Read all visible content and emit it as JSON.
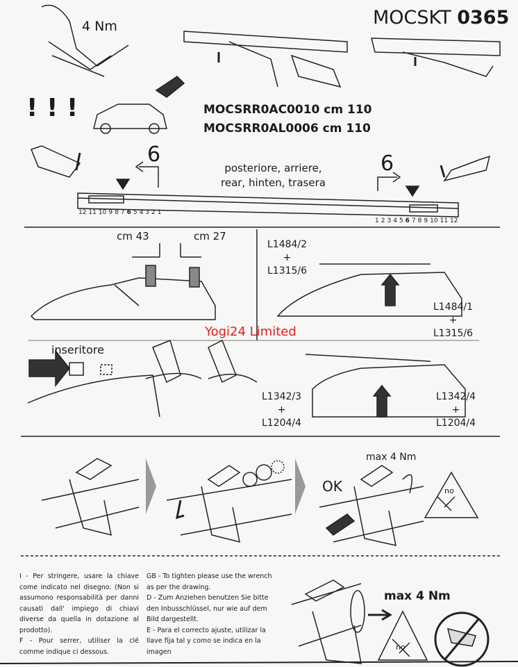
{
  "header": {
    "code_prefix": "MOCSKT",
    "code_number": "0365"
  },
  "top": {
    "torque": "4 Nm",
    "warning": "! ! !",
    "models": [
      "MOCSRR0AC0010 cm 110",
      "MOCSRR0AL0006 cm 110"
    ]
  },
  "rail": {
    "step_left": "6",
    "step_right": "6",
    "position_text": [
      "posteriore, arriere,",
      "rear, hinten, trasera"
    ],
    "holes_left": [
      "12",
      "11",
      "10",
      "9",
      "8",
      "7",
      "6",
      "5",
      "4",
      "3",
      "2",
      "1"
    ],
    "holes_right": [
      "1",
      "2",
      "3",
      "4",
      "5",
      "6",
      "7",
      "8",
      "9",
      "10",
      "11",
      "12"
    ]
  },
  "mount": {
    "dist_front": "cm 43",
    "dist_rear": "cm 27",
    "inserter": "inseritore",
    "watermark": "Yogi24 Limited"
  },
  "codes": {
    "a_top": "L1484/2",
    "a_plus": "+",
    "a_bottom": "L1315/6",
    "b_top": "L1484/1",
    "b_plus": "+",
    "b_bottom": "L1315/6",
    "c_top": "L1342/3",
    "c_plus": "+",
    "c_bottom": "L1204/4",
    "d_top": "L1342/4",
    "d_plus": "+",
    "d_bottom": "L1204/4"
  },
  "steps": {
    "torque": "max 4 Nm",
    "ok": "OK",
    "no": "no"
  },
  "instructions": {
    "it": "I - Per stringere, usare la chiave come indicato nel disegno. (Non si assumono responsabilità per danni causati dall' impiego di chiavi diverse da quella in dotazione al prodotto).",
    "fr": "F - Pour serrer, utiliser la clé comme indique ci dessous.",
    "gb": "GB - To tighten please use the wrench as per the drawing.",
    "de": "D - Zum Anziehen benutzen Sie bitte den Inbusschlüssel, nur wie auf dem Bild dargestellt.",
    "es": "E - Para el correcto ajuste, utilizar la llave fija tal y como se indica en la imagen"
  },
  "footer": {
    "torque": "max 4 Nm",
    "no": "no"
  }
}
